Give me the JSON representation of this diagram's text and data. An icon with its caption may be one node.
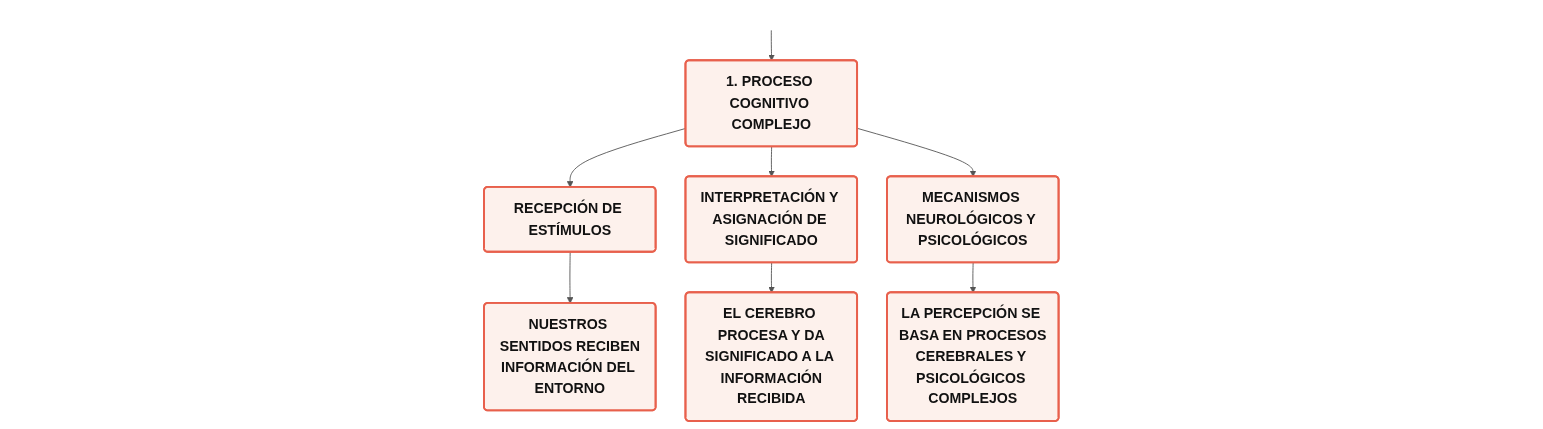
{
  "diagram": {
    "nodes": [
      {
        "text": [
          "1. PROCESO COGNITIVO COMPLEJO"
        ]
      },
      {
        "text": [
          "RECEPCIÓN DE ESTÍMULOS"
        ]
      },
      {
        "text": [
          "INTERPRETACIÓN Y ASIGNACIÓN DE SIGNIFICADO"
        ]
      },
      {
        "text": [
          "MECANISMOS NEUROLÓGICOS Y PSICOLÓGICOS"
        ]
      },
      {
        "text": [
          "NUESTROS SENTIDOS RECIBEN INFORMACIÓN DEL ENTORNO"
        ]
      },
      {
        "text": [
          "EL CEREBRO PROCESA Y DA SIGNIFICADO A LA INFORMACIÓN RECIBIDA"
        ]
      },
      {
        "text": [
          "LA PERCEPCIÓN SE BASA EN PROCESOS CEREBRALES Y PSICOLÓGICOS COMPLEJOS"
        ]
      }
    ],
    "edges": [
      {
        "from": null,
        "to": 0,
        "arrow": "to"
      },
      {
        "from": 0,
        "to": 1,
        "arrow": "to"
      },
      {
        "from": 0,
        "to": 2,
        "arrow": "to"
      },
      {
        "from": 0,
        "to": 3,
        "arrow": "to"
      },
      {
        "from": 1,
        "to": 4,
        "arrow": "to"
      },
      {
        "from": 2,
        "to": 5,
        "arrow": "to"
      },
      {
        "from": 3,
        "to": 6,
        "arrow": "to"
      }
    ]
  }
}
